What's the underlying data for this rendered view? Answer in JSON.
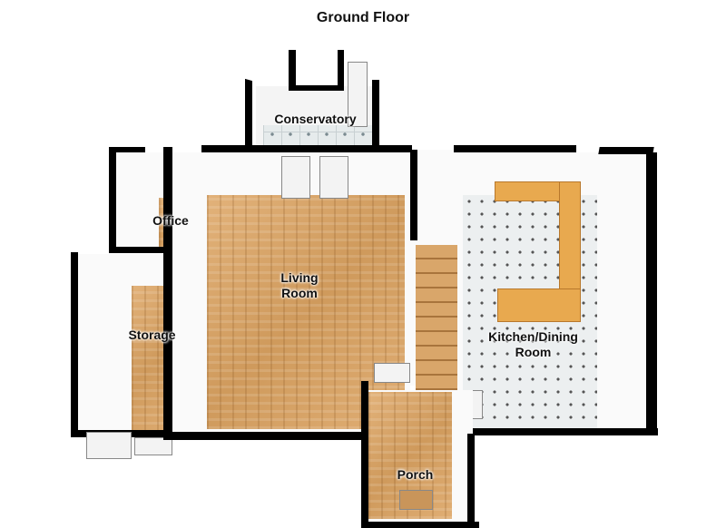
{
  "title": "Ground Floor",
  "rooms": {
    "conservatory": "Conservatory",
    "office": "Office",
    "living_room": "Living\nRoom",
    "storage": "Storage",
    "kitchen_dining": "Kitchen/Dining\nRoom",
    "porch": "Porch"
  },
  "colors": {
    "wall": "#000000",
    "wood_floor": "#d9a866",
    "counter": "#e8a94f",
    "tile_floor": "#eceff0"
  }
}
